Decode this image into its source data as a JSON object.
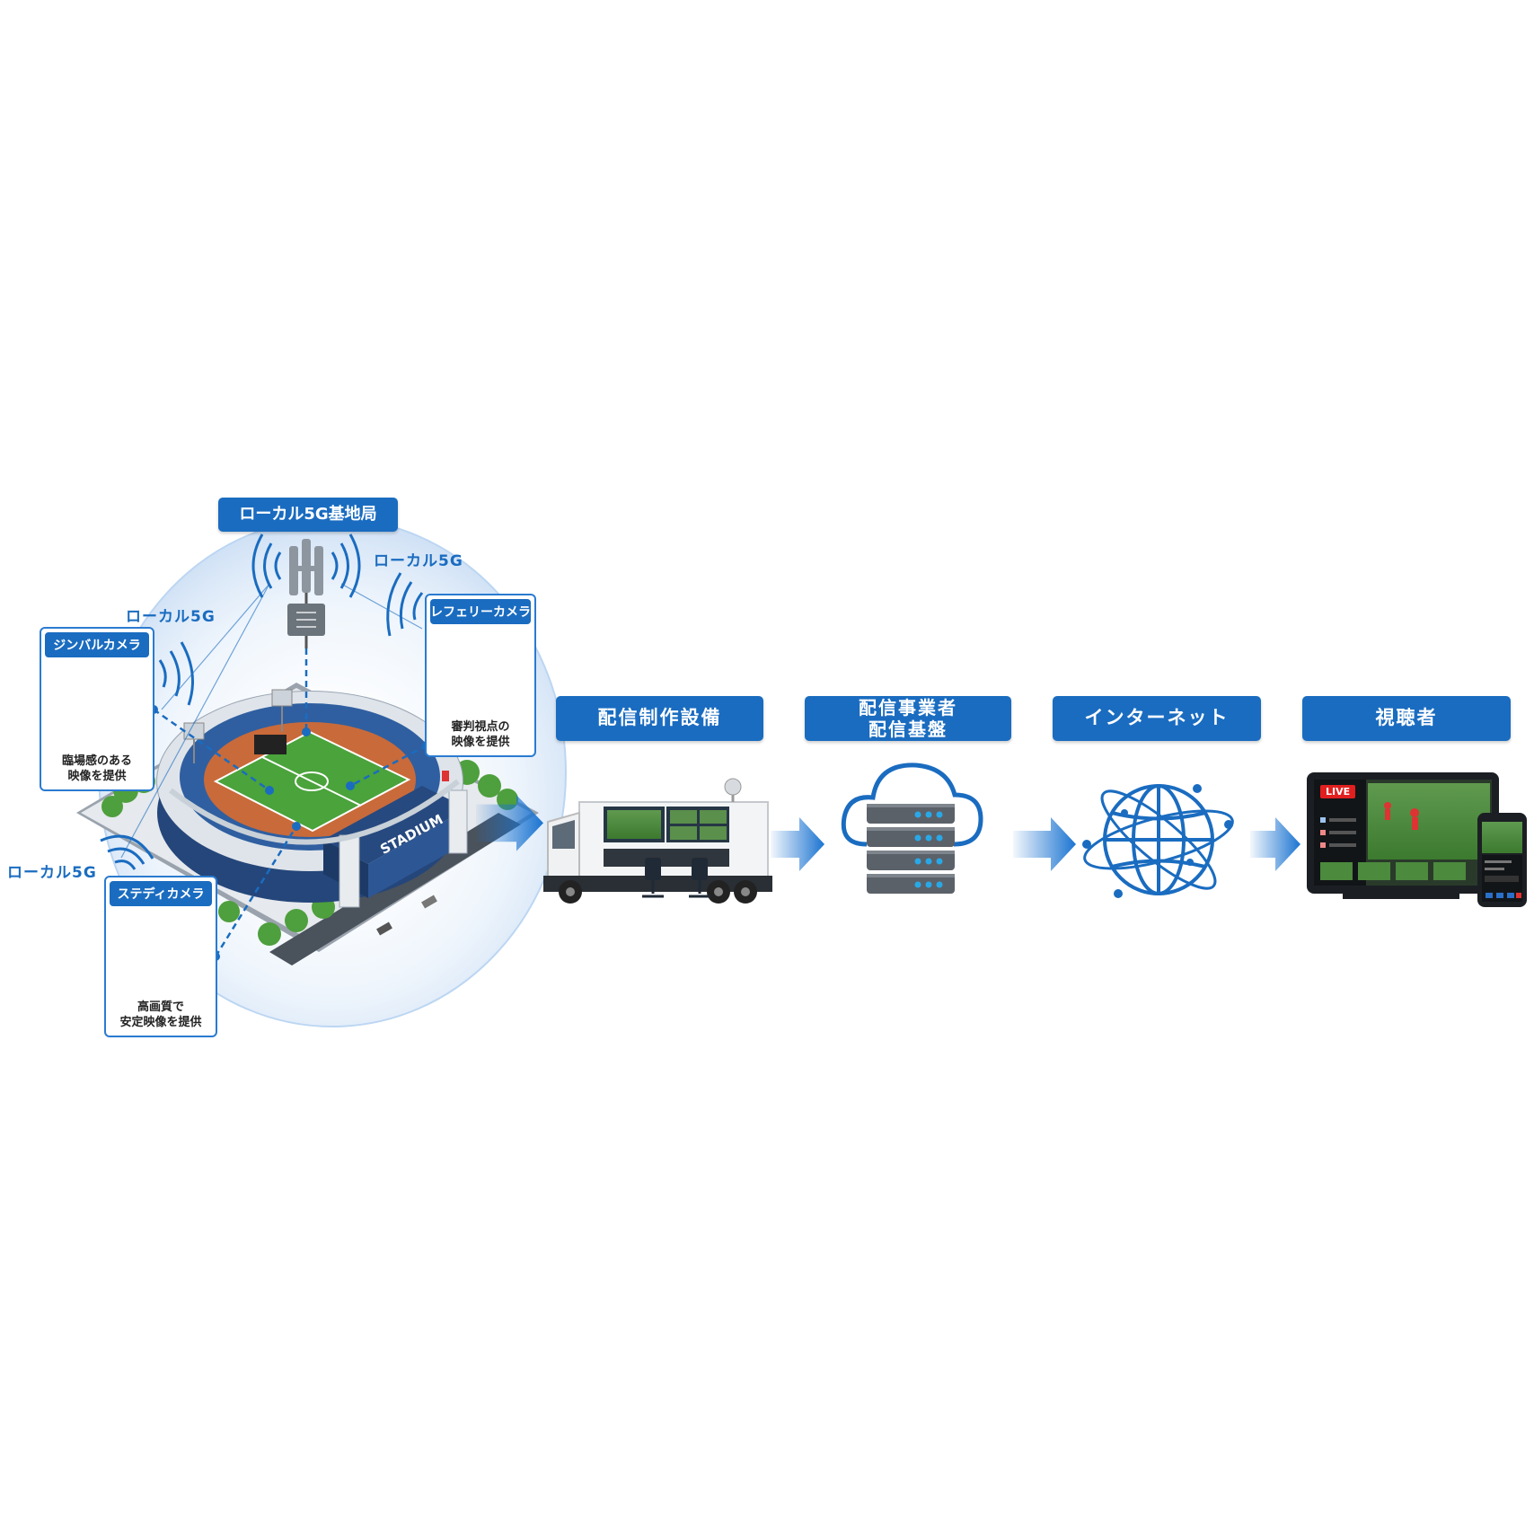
{
  "base_station": {
    "label": "ローカル5G基地局"
  },
  "local5g_labels": [
    "ローカル5G",
    "ローカル5G",
    "ローカル5G"
  ],
  "cameras": [
    {
      "title": "ジンバルカメラ",
      "desc_lines": [
        "臨場感のある",
        "映像を提供"
      ]
    },
    {
      "title": "レフェリーカメラ",
      "desc_lines": [
        "審判視点の",
        "映像を提供"
      ]
    },
    {
      "title": "ステディカメラ",
      "desc_lines": [
        "高画質で",
        "安定映像を提供"
      ]
    }
  ],
  "stadium": {
    "sign": "STADIUM"
  },
  "flow": [
    {
      "lines": [
        "配信制作設備"
      ],
      "icon": "ob-van-icon"
    },
    {
      "lines": [
        "配信事業者",
        "配信基盤"
      ],
      "icon": "cloud-server-icon"
    },
    {
      "lines": [
        "インターネット"
      ],
      "icon": "globe-network-icon"
    },
    {
      "lines": [
        "視聴者"
      ],
      "icon": "devices-icon"
    }
  ],
  "viewer_screen": {
    "live_label": "LIVE"
  },
  "colors": {
    "primary_blue": "#1a6cc0",
    "arrow_blue": "#1b74d1",
    "dome": "#cfe3f7",
    "field_green": "#4aa33b",
    "referee_yellow": "#f2c21a",
    "live_red": "#e11f1f"
  }
}
